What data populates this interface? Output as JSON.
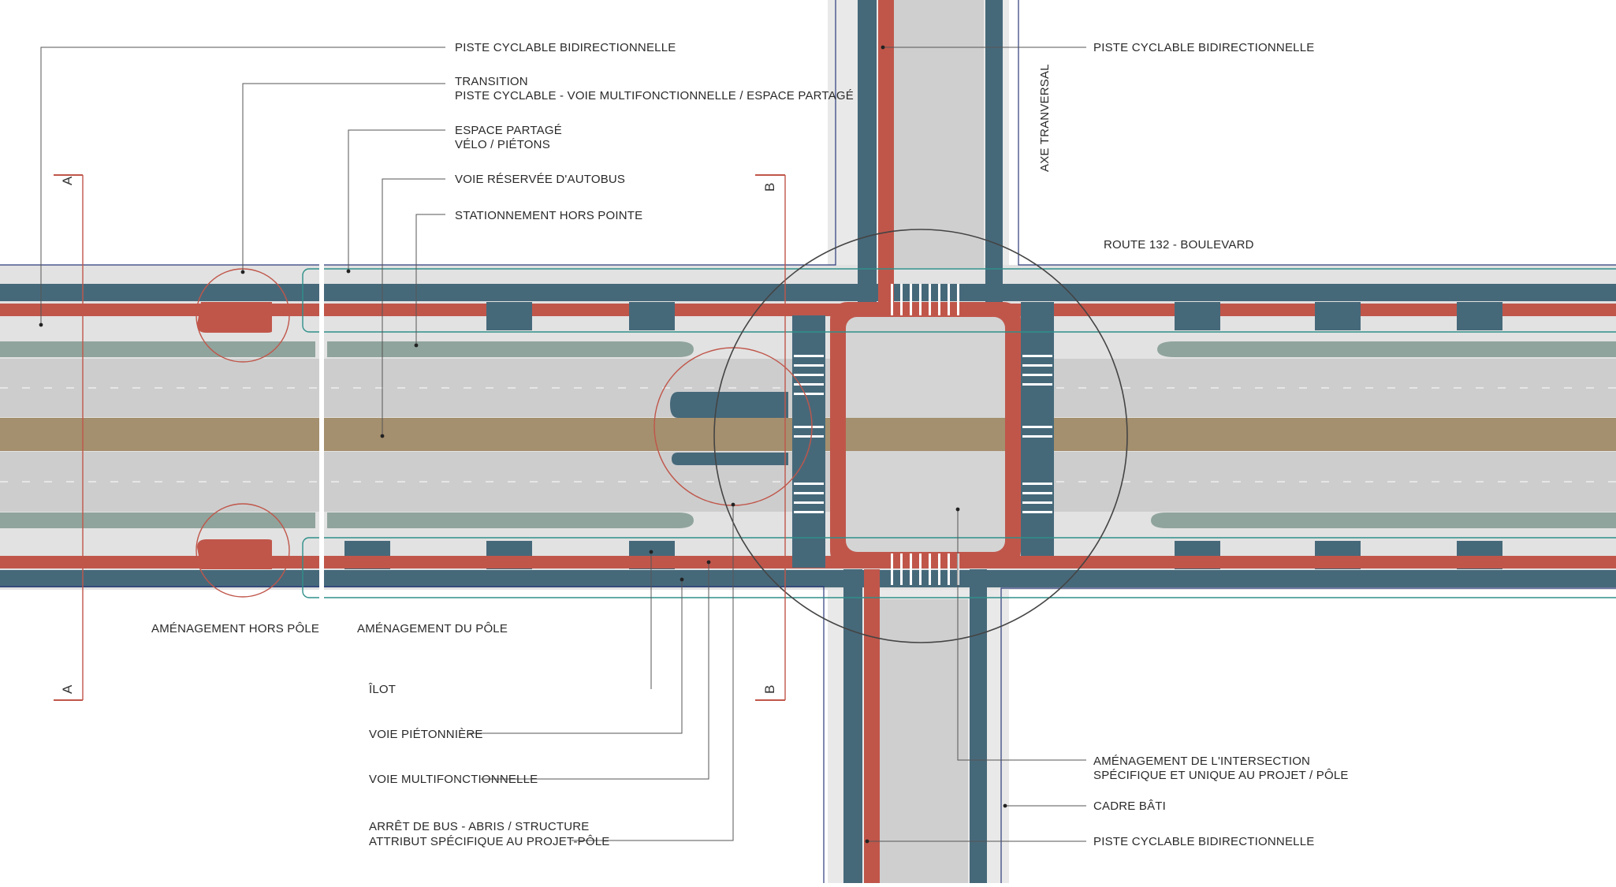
{
  "colors": {
    "bike": "#c0564a",
    "sidewalk": "#46697a",
    "bus_lane": "#a48f6e",
    "median_green": "#8fa49c",
    "road": "#c9c9c9",
    "frame_blue": "#2b3a7a",
    "frame_teal": "#2f8f8a"
  },
  "labels": {
    "piste_nw": "PISTE CYCLABLE BIDIRECTIONNELLE",
    "transition_1": "TRANSITION",
    "transition_2": "PISTE CYCLABLE - VOIE MULTIFONCTIONNELLE / ESPACE PARTAGÉ",
    "espace_1": "ESPACE PARTAGÉ",
    "espace_2": "VÉLO / PIÉTONS",
    "voie_bus": "VOIE RÉSERVÉE D'AUTOBUS",
    "stationnement": "STATIONNEMENT HORS POINTE",
    "piste_ne": "PISTE CYCLABLE BIDIRECTIONNELLE",
    "axe": "AXE TRANVERSAL",
    "route": "ROUTE 132 - BOULEVARD",
    "hors_pole": "AMÉNAGEMENT HORS PÔLE",
    "du_pole": "AMÉNAGEMENT DU PÔLE",
    "ilot": "ÎLOT",
    "voie_pieton": "VOIE PIÉTONNIÈRE",
    "voie_multi": "VOIE MULTIFONCTIONNELLE",
    "arret_1": "ARRÊT DE BUS - ABRIS / STRUCTURE",
    "arret_2": "ATTRIBUT SPÉCIFIQUE AU PROJET-PÔLE",
    "intersection_1": "AMÉNAGEMENT DE L'INTERSECTION",
    "intersection_2": "SPÉCIFIQUE ET UNIQUE AU PROJET / PÔLE",
    "cadre": "CADRE BÂTI",
    "piste_se": "PISTE CYCLABLE BIDIRECTIONNELLE"
  },
  "sections": {
    "a": "A",
    "b": "B"
  }
}
